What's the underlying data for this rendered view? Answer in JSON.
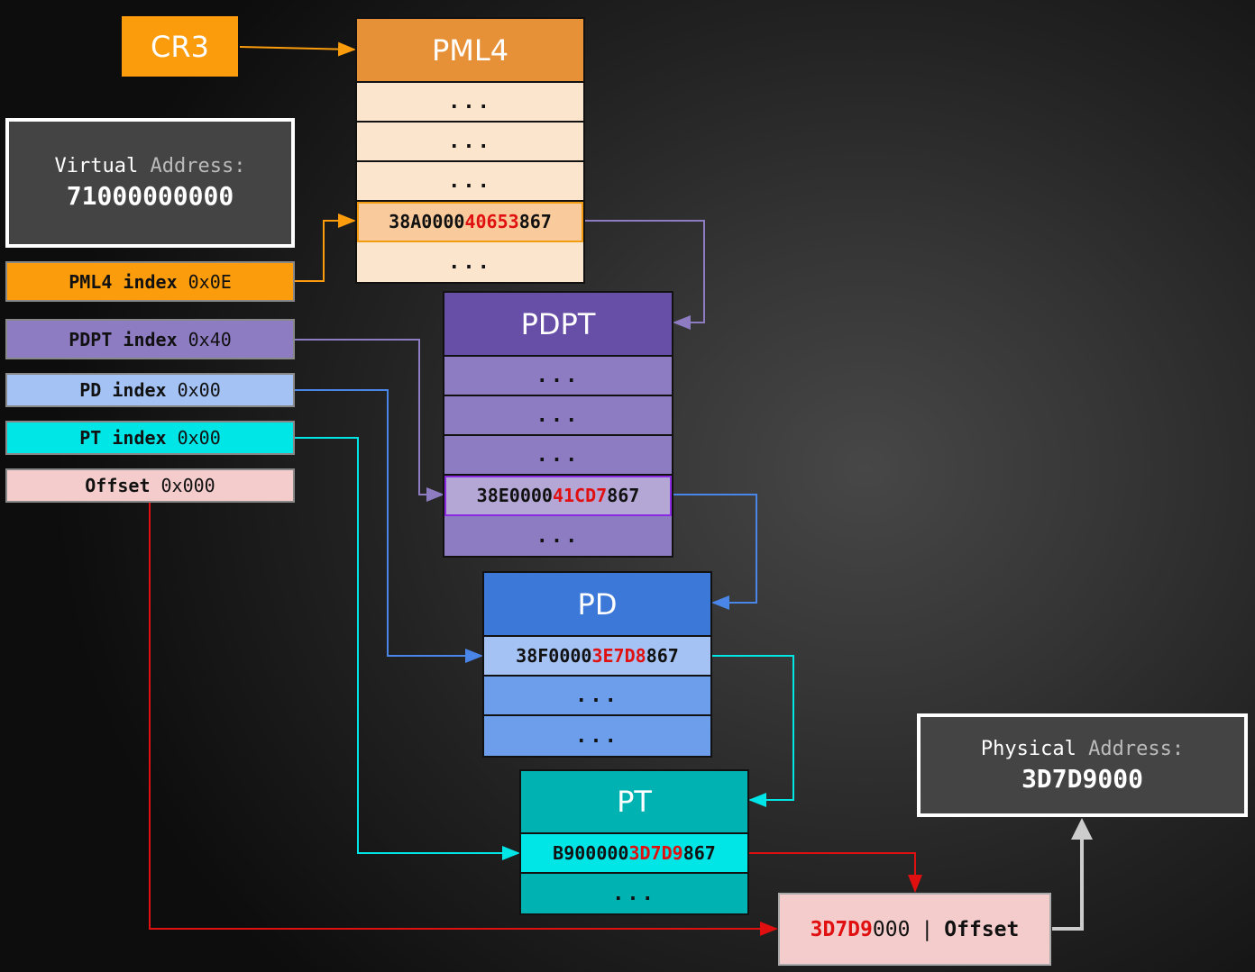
{
  "cr3": {
    "label": "CR3"
  },
  "virtual_address": {
    "label_main": "Virtual",
    "label_dim": "Address:",
    "value": "71000000000"
  },
  "indices": [
    {
      "name": "PML4 index",
      "value": "0x0E",
      "color": "#fa9c0c"
    },
    {
      "name": "PDPT index",
      "value": "0x40",
      "color": "#8e7cc3"
    },
    {
      "name": "PD index",
      "value": "0x00",
      "color": "#a4c2f4"
    },
    {
      "name": "PT index",
      "value": "0x00",
      "color": "#00e5e5"
    },
    {
      "name": "Offset",
      "value": "0x000",
      "color": "#f4cccc"
    }
  ],
  "tables": {
    "pml4": {
      "title": "PML4",
      "header_color": "#e69138",
      "row_color": "#fce5cd",
      "rows": [
        {
          "dots": "..."
        },
        {
          "dots": "..."
        },
        {
          "dots": "..."
        },
        {
          "prefix": "38A0000",
          "highlight": "40653",
          "suffix": "867"
        },
        {
          "dots": "..."
        }
      ]
    },
    "pdpt": {
      "title": "PDPT",
      "header_color": "#674ea7",
      "row_color": "#8e7cc3",
      "rows": [
        {
          "dots": "..."
        },
        {
          "dots": "..."
        },
        {
          "dots": "..."
        },
        {
          "prefix": "38E0000",
          "highlight": "41CD7",
          "suffix": "867"
        },
        {
          "dots": "..."
        }
      ]
    },
    "pd": {
      "title": "PD",
      "header_color": "#3c78d8",
      "row_color": "#6d9eeb",
      "rows": [
        {
          "prefix": "38F0000",
          "highlight": "3E7D8",
          "suffix": "867"
        },
        {
          "dots": "..."
        },
        {
          "dots": "..."
        }
      ]
    },
    "pt": {
      "title": "PT",
      "header_color": "#00b2b2",
      "row_color": "#00b2b2",
      "rows": [
        {
          "prefix": "B900000",
          "highlight": "3D7D9",
          "suffix": "867"
        },
        {
          "dots": "..."
        }
      ]
    }
  },
  "result": {
    "highlight": "3D7D9",
    "rest": "000",
    "sep": "|",
    "offset_label": "Offset"
  },
  "physical_address": {
    "label_main": "Physical",
    "label_dim": "Address:",
    "value": "3D7D9000"
  },
  "colors": {
    "pml4_arrow": "#fa9c0c",
    "pdpt_arrow": "#8e7cc3",
    "pd_arrow": "#4a86e8",
    "pt_arrow": "#00e5e5",
    "offset_arrow": "#e01010",
    "final_arrow": "#cccccc",
    "highlight_text": "#e01010"
  }
}
